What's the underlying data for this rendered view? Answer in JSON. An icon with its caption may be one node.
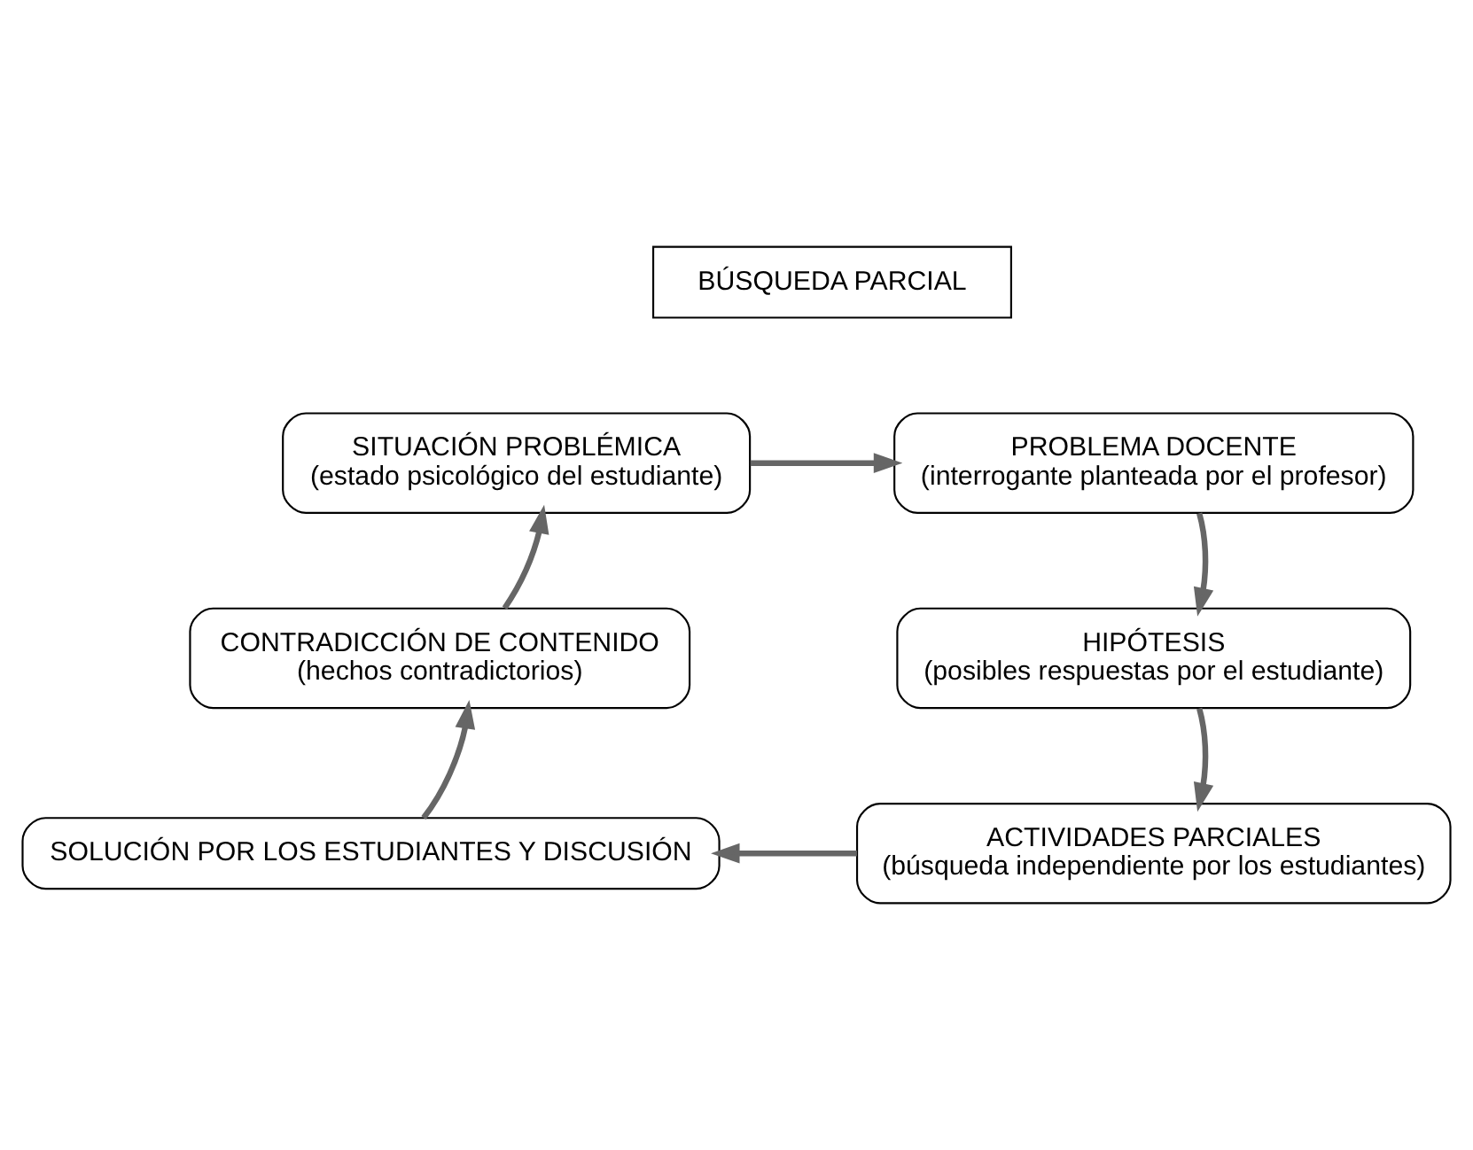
{
  "diagram": {
    "nodes": [
      {
        "text": [
          "BÚSQUEDA PARCIAL"
        ]
      },
      {
        "text": [
          "SITUACIÓN PROBLÉMICA",
          "(estado psicológico del estudiante)"
        ]
      },
      {
        "text": [
          "PROBLEMA DOCENTE",
          "(interrogante planteada por el profesor)"
        ]
      },
      {
        "text": [
          "HIPÓTESIS",
          "(posibles respuestas por el estudiante)"
        ]
      },
      {
        "text": [
          "ACTIVIDADES PARCIALES",
          "(búsqueda independiente por los estudiantes)"
        ]
      },
      {
        "text": [
          "SOLUCIÓN POR LOS ESTUDIANTES Y DISCUSIÓN"
        ]
      },
      {
        "text": [
          "CONTRADICCIÓN DE CONTENIDO",
          "(hechos contradictorios)"
        ]
      }
    ],
    "edges": [
      {
        "from": 1,
        "to": 2,
        "arrow": "to"
      },
      {
        "from": 2,
        "to": 3,
        "arrow": "to"
      },
      {
        "from": 3,
        "to": 4,
        "arrow": "to"
      },
      {
        "from": 4,
        "to": 5,
        "arrow": "to"
      },
      {
        "from": 5,
        "to": 6,
        "arrow": "to"
      },
      {
        "from": 6,
        "to": 1,
        "arrow": "to"
      }
    ]
  }
}
